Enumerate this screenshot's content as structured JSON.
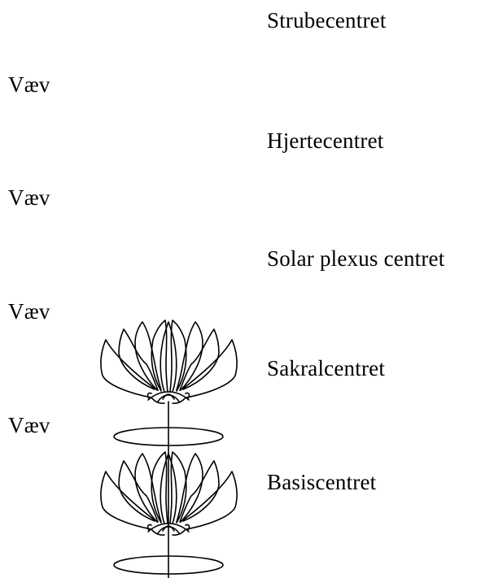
{
  "centers": [
    {
      "id": "throat",
      "label": "Strubecentret"
    },
    {
      "id": "heart",
      "label": "Hjertecentret"
    },
    {
      "id": "solar_plexus",
      "label": "Solar plexus centret"
    },
    {
      "id": "sacral",
      "label": "Sakralcentret"
    },
    {
      "id": "base",
      "label": "Basiscentret"
    }
  ],
  "webs": [
    {
      "label": "Væv"
    },
    {
      "label": "Væv"
    },
    {
      "label": "Væv"
    },
    {
      "label": "Væv"
    }
  ],
  "colors": {
    "background": "#ffffff",
    "ink": "#000000"
  },
  "drawings": [
    "upper-lotus-flower",
    "upper-web-disc",
    "lower-lotus-flower",
    "lower-web-disc",
    "stem"
  ]
}
